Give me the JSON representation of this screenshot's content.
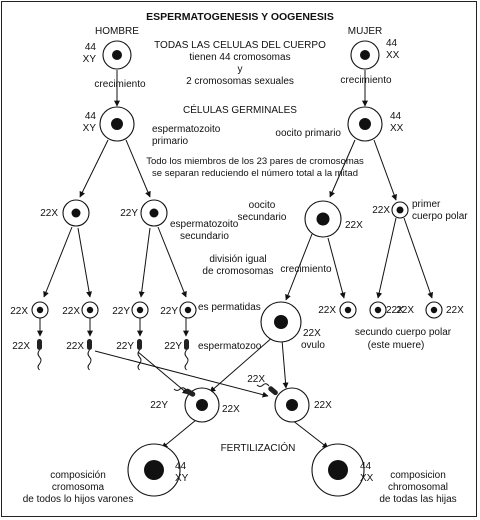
{
  "title": "ESPERMATOGENESIS Y OOGENESIS",
  "labels": {
    "hombre": "HOMBRE",
    "mujer": "MUJER",
    "todas_line1": "TODAS LAS CELULAS DEL CUERPO",
    "todas_line2": "tienen 44 cromosomas",
    "todas_line3": "y",
    "todas_line4": "2 cromosomas sexuales",
    "crecimiento_left": "crecimiento",
    "crecimiento_right": "crecimiento",
    "germinales": "CÉLULAS GERMINALES",
    "espermatozoito_primario_1": "espermatozoito",
    "espermatozoito_primario_2": "primario",
    "oocito_primario": "oocito primario",
    "meiosis_note_1": "Todo los miembros de los 23 pares de cromosomas",
    "meiosis_note_2": "se separan reduciendo el número total a la mitad",
    "espermatozoito_sec_1": "espermatozoito",
    "espermatozoito_sec_2": "secundario",
    "oocito_sec_1": "oocito",
    "oocito_sec_2": "secundario",
    "primer_cuerpo_1": "primer",
    "primer_cuerpo_2": "cuerpo polar",
    "division_1": "división igual",
    "division_2": "de cromosomas",
    "crecimiento_mid": "crecimiento",
    "espermatidas": "es permatidas",
    "espermatozoo": "espermatozoo",
    "ovulo": "ovulo",
    "segundo_cuerpo_1": "secundo cuerpo polar",
    "segundo_cuerpo_2": "(este muere)",
    "fertilizacion": "FERTILIZACIÓN",
    "comp_left_1": "composición",
    "comp_left_2": "cromosoma",
    "comp_left_3": "de todos lo hijos varones",
    "comp_right_1": "composicion",
    "comp_right_2": "chromosomal",
    "comp_right_3": "de todas las hijas"
  },
  "chromosomes": {
    "hombre_44": "44",
    "hombre_sex": "XY",
    "mujer_44": "44",
    "mujer_sex": "XX",
    "germ_left_44": "44",
    "germ_left_sex": "XY",
    "germ_right_44": "44",
    "germ_right_sex": "XX",
    "sec_x": "22X",
    "sec_y": "22Y",
    "oocito_sec": "22X",
    "polar1": "22X",
    "sp1": "22X",
    "sp2": "22X",
    "sp3": "22Y",
    "sp4": "22Y",
    "sz1": "22X",
    "sz2": "22X",
    "sz3": "22Y",
    "sz4": "22Y",
    "pb_a": "22X",
    "pb_b": "22X",
    "pb_c": "22X",
    "pb_d": "22X",
    "ovulo": "22X",
    "fert_left_y": "22Y",
    "fert_left_x": "22X",
    "fert_right_x1": "22X",
    "fert_right_x2": "22X",
    "child_left_44": "44",
    "child_left_sex": "XY",
    "child_right_44": "44",
    "child_right_sex": "XX"
  }
}
